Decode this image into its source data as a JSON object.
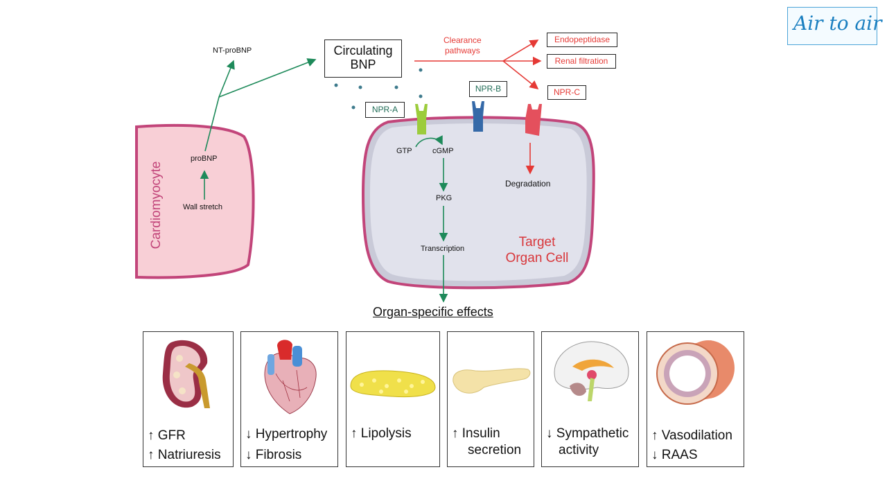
{
  "diagram": {
    "cardiomyocyte_label": "Cardiomyocyte",
    "wall_stretch": "Wall stretch",
    "probnp": "proBNP",
    "nt_probnp": "NT-proBNP",
    "circulating_bnp_line1": "Circulating",
    "circulating_bnp_line2": "BNP",
    "clearance_line1": "Clearance",
    "clearance_line2": "pathways",
    "endopeptidase": "Endopeptidase",
    "renal_filtration": "Renal filtration",
    "npr_c": "NPR-C",
    "npr_a": "NPR-A",
    "npr_b": "NPR-B",
    "gtp": "GTP",
    "cgmp": "cGMP",
    "pkg": "PKG",
    "transcription": "Transcription",
    "degradation": "Degradation",
    "target_line1": "Target",
    "target_line2": "Organ Cell",
    "effects_title": "Organ-specific effects"
  },
  "effects": [
    {
      "icon": "kidney-icon",
      "line1": "↑ GFR",
      "line2": "↑ Natriuresis"
    },
    {
      "icon": "heart-icon",
      "line1": "↓ Hypertrophy",
      "line2": "↓ Fibrosis"
    },
    {
      "icon": "adipose-icon",
      "line1": "↑ Lipolysis",
      "line2": ""
    },
    {
      "icon": "pancreas-icon",
      "line1": "↑ Insulin",
      "line2": "secretion"
    },
    {
      "icon": "brain-icon",
      "line1": "↓ Sympathetic",
      "line2": "activity"
    },
    {
      "icon": "vessel-icon",
      "line1": "↑ Vasodilation",
      "line2": "↓ RAAS"
    }
  ],
  "logo": {
    "text": "Air to air"
  },
  "colors": {
    "green_arrow": "#1e8a5a",
    "red_arrow": "#e53935",
    "cell_fill": "#dfe0ec",
    "cell_border": "#c2457a",
    "cardiomyocyte_fill": "#f8cfd6"
  }
}
